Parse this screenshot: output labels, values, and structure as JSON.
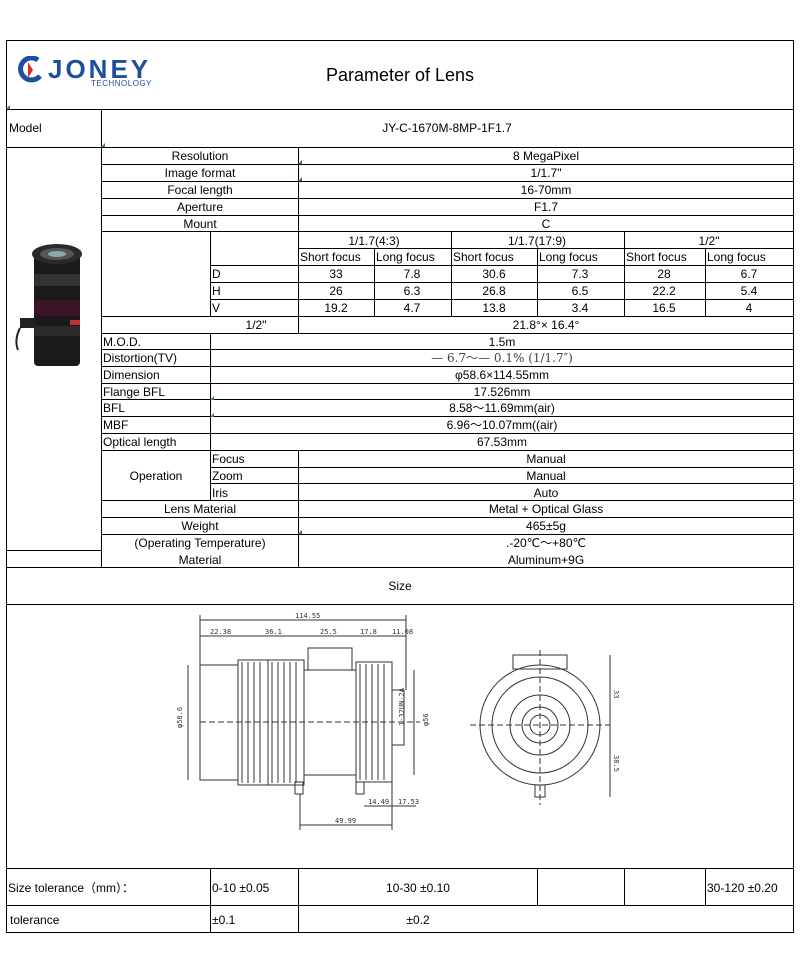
{
  "header": {
    "logo_text": "JONEY",
    "logo_sub": "TECHNOLOGY",
    "title": "Parameter of Lens"
  },
  "model": {
    "label": "Model",
    "value": "JY-C-1670M-8MP-1F1.7"
  },
  "specs": {
    "resolution": {
      "label": "Resolution",
      "value": "8 MegaPixel"
    },
    "image_format": {
      "label": "Image format",
      "value": "1/1.7\""
    },
    "focal_length": {
      "label": "Focal length",
      "value": "16-70mm"
    },
    "aperture": {
      "label": "Aperture",
      "value": "F1.7"
    },
    "mount": {
      "label": "Mount",
      "value": "C"
    }
  },
  "fov": {
    "groups": [
      "1/1.7(4:3)",
      "1/1.7(17:9)",
      "1/2\""
    ],
    "sub": [
      "Short focus",
      "Long focus",
      "Short focus",
      "Long focus",
      "Short focus",
      "Long focus"
    ],
    "rows": [
      {
        "label": "D",
        "values": [
          "33",
          "7.8",
          "30.6",
          "7.3",
          "28",
          "6.7"
        ]
      },
      {
        "label": "H",
        "values": [
          "26",
          "6.3",
          "26.8",
          "6.5",
          "22.2",
          "5.4"
        ]
      },
      {
        "label": "V",
        "values": [
          "19.2",
          "4.7",
          "13.8",
          "3.4",
          "16.5",
          "4"
        ]
      }
    ],
    "half_label": "1/2\"",
    "half_value": "21.8°× 16.4°"
  },
  "mod": {
    "label": "M.O.D.",
    "value": "1.5m"
  },
  "distortion": {
    "label": "Distortion(TV)",
    "value": "— 6.7〜— 0.1% (1/1.7″)"
  },
  "dimension": {
    "label": "Dimension",
    "value": "φ58.6×114.55mm"
  },
  "flange": {
    "label": "Flange BFL",
    "value": "17.526mm"
  },
  "bfl": {
    "label": "BFL",
    "value": "8.58〜11.69mm(air)"
  },
  "mbf": {
    "label": "MBF",
    "value": "6.96〜10.07mm((air)"
  },
  "optical_length": {
    "label": "Optical length",
    "value": "67.53mm"
  },
  "operation": {
    "label": "Operation",
    "rows": [
      {
        "label": "Focus",
        "value": "Manual"
      },
      {
        "label": "Zoom",
        "value": "Manual"
      },
      {
        "label": "Iris",
        "value": "Auto"
      }
    ]
  },
  "lens_material": {
    "label": "Lens Material",
    "value": "Metal + Optical Glass"
  },
  "weight": {
    "label": "Weight",
    "value": "465±5g"
  },
  "temperature": {
    "label": "(Operating Temperature)",
    "value": ".-20℃〜+80℃"
  },
  "material": {
    "label": "Material",
    "value": "Aluminum+9G"
  },
  "size": {
    "label": "Size"
  },
  "drawing": {
    "dims": [
      "114.55",
      "22.38",
      "36.1",
      "25.5",
      "17.8",
      "11.08",
      "φ58.6",
      "φ56",
      "1-32UN-2A",
      "14.49",
      "17.53",
      "49.99",
      "33",
      "38.5"
    ]
  },
  "tolerance": {
    "size_label": "Size tolerance（mm）：",
    "size_values": [
      "0-10 ±0.05",
      "10-30 ±0.10",
      "30-120 ±0.20"
    ],
    "label": "tolerance",
    "values": [
      "±0.1",
      "±0.2"
    ]
  }
}
